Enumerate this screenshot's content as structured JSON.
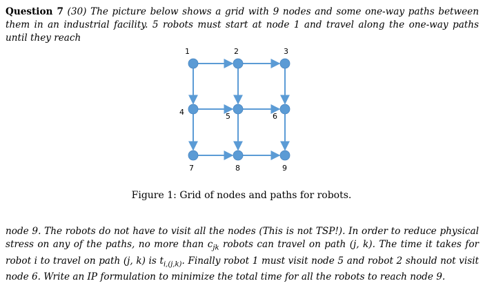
{
  "question": {
    "title": "Question 7",
    "points": "(30)",
    "intro": "The picture below shows a grid with 9 nodes and some one-way paths between them in an industrial facility. 5 robots must start at node 1 and travel along the one-way paths until they reach"
  },
  "figure": {
    "caption": "Figure 1: Grid of nodes and paths for robots.",
    "nodes": [
      {
        "id": "1",
        "label": "1"
      },
      {
        "id": "2",
        "label": "2"
      },
      {
        "id": "3",
        "label": "3"
      },
      {
        "id": "4",
        "label": "4"
      },
      {
        "id": "5",
        "label": "5"
      },
      {
        "id": "6",
        "label": "6"
      },
      {
        "id": "7",
        "label": "7"
      },
      {
        "id": "8",
        "label": "8"
      },
      {
        "id": "9",
        "label": "9"
      }
    ],
    "edges": [
      {
        "from": "1",
        "to": "2"
      },
      {
        "from": "2",
        "to": "3"
      },
      {
        "from": "4",
        "to": "5"
      },
      {
        "from": "5",
        "to": "6"
      },
      {
        "from": "7",
        "to": "8"
      },
      {
        "from": "8",
        "to": "9"
      },
      {
        "from": "1",
        "to": "4"
      },
      {
        "from": "4",
        "to": "7"
      },
      {
        "from": "2",
        "to": "5"
      },
      {
        "from": "5",
        "to": "8"
      },
      {
        "from": "3",
        "to": "6"
      },
      {
        "from": "6",
        "to": "9"
      }
    ],
    "colors": {
      "node": "#5b9bd5",
      "edge": "#5b9bd5"
    }
  },
  "continuation": {
    "t1": "node 9. The robots do not have to visit all the nodes (This is not TSP!). In order to reduce physical stress on any of the paths, no more than ",
    "c": "c",
    "c_sub": "jk",
    "t2": " robots can travel on path ",
    "path": "(j, k)",
    "t3": ". The time it takes for robot i to travel on path ",
    "path2": "(j, k)",
    "t4": " is ",
    "t": "t",
    "t_sub": "i,(j,k)",
    "t5": ". Finally robot 1 must visit node 5 and robot 2 should not visit node 6. Write an IP formulation to minimize the total time for all the robots to reach node 9."
  }
}
